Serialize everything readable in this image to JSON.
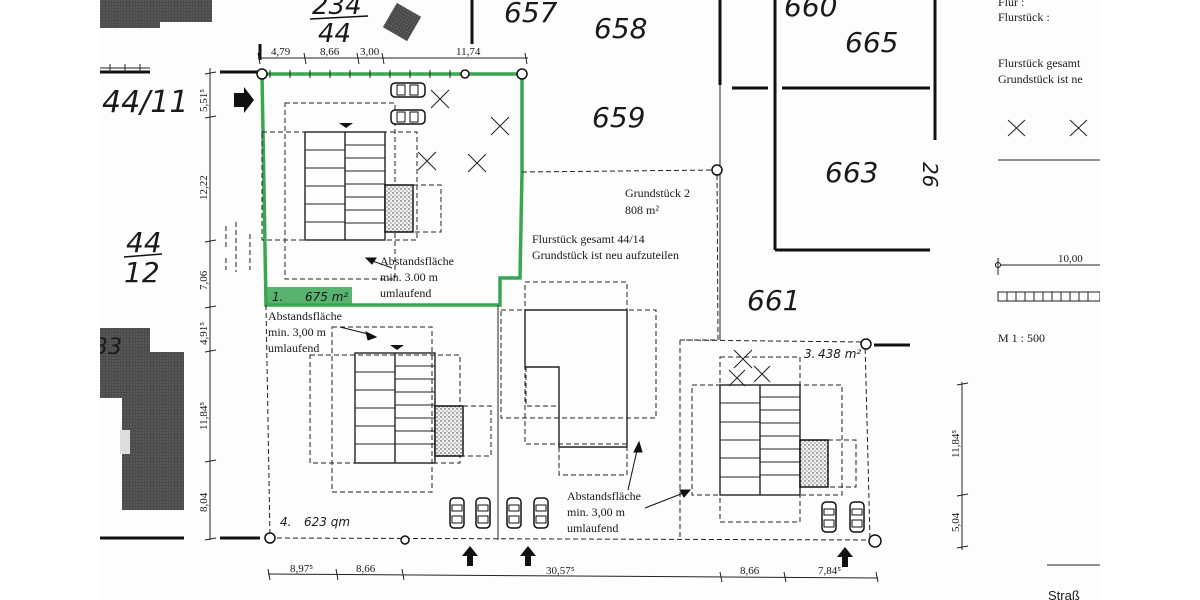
{
  "drawing": {
    "scale": "M 1 : 500",
    "scale_bar_label": "10,00",
    "legend": {
      "flur_label": "Flur :",
      "flurstueck_label": "Flurstück :",
      "note_line1": "Flurstück gesamt",
      "note_line2": "Grundstück ist ne",
      "street_label": "Straß"
    },
    "parcels": {
      "p234_44_top": "234",
      "p234_44_bottom": "44",
      "p657": "657",
      "p658": "658",
      "p659": "659",
      "p660": "660",
      "p665": "665",
      "p663": "663",
      "p661": "661",
      "p26": "26",
      "p44_11": "44/11",
      "p44_12_top": "44",
      "p44_12_bottom": "12",
      "p33": "33"
    },
    "lots": [
      {
        "id": "1",
        "label": "1.",
        "area": "675 m²"
      },
      {
        "id": "2",
        "label": "Grundstück 2",
        "area": "808 m²"
      },
      {
        "id": "3",
        "label": "3.",
        "area": "438 m²"
      },
      {
        "id": "4",
        "label": "4.",
        "area": "623 qm"
      }
    ],
    "notes": {
      "flurstueck_total": "Flurstück gesamt 44/14",
      "to_be_divided": "Grundstück ist neu aufzuteilen"
    },
    "setback_notes": [
      {
        "line1": "Abstandsfläche",
        "line2": "min. 3.00 m",
        "line3": "umlaufend"
      },
      {
        "line1": "Abstandsfläche",
        "line2": "min. 3,00 m",
        "line3": "umlaufend"
      },
      {
        "line1": "Abstandsfläche",
        "line2": "min. 3,00 m",
        "line3": "umlaufend"
      }
    ],
    "dimensions_top": [
      "4,79",
      "8,66",
      "3,00",
      "11,74"
    ],
    "dimensions_left": [
      "5,51⁵",
      "12,22",
      "7,06",
      "4,91⁵",
      "11,84⁵",
      "8,04"
    ],
    "dimensions_right": [
      "11,84⁵",
      "5,04"
    ],
    "dimensions_bottom": [
      "8,97⁵",
      "8,66",
      "30,57⁵",
      "8,66",
      "7,84⁵"
    ],
    "colors": {
      "lot1_highlight": "#3aa655",
      "building_fill": "#4a4a4a",
      "line": "#222222"
    }
  }
}
